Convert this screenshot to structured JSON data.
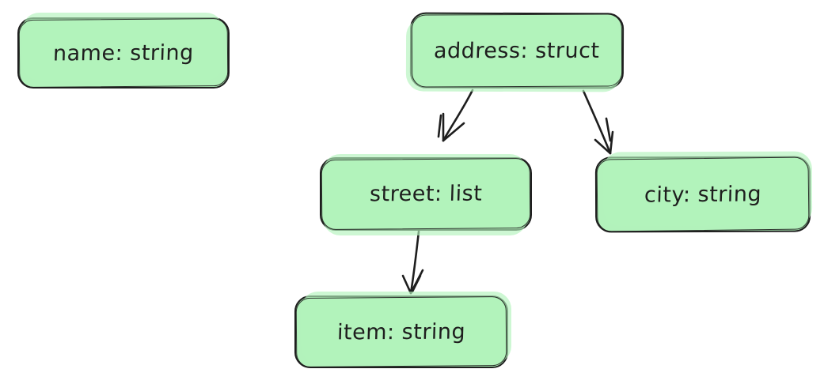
{
  "canvas": {
    "background_color": "#ffffff",
    "stroke_color": "#1e1e1e",
    "node_fill_color": "#b2f2bb",
    "style": "hand-drawn"
  },
  "diagram": {
    "type": "schema-tree",
    "nodes": [
      {
        "id": "name",
        "label": "name: string"
      },
      {
        "id": "address",
        "label": "address: struct"
      },
      {
        "id": "street",
        "label": "street: list"
      },
      {
        "id": "city",
        "label": "city: string"
      },
      {
        "id": "item",
        "label": "item: string"
      }
    ],
    "edges": [
      {
        "from": "address",
        "to": "street"
      },
      {
        "from": "address",
        "to": "city"
      },
      {
        "from": "street",
        "to": "item"
      }
    ]
  }
}
